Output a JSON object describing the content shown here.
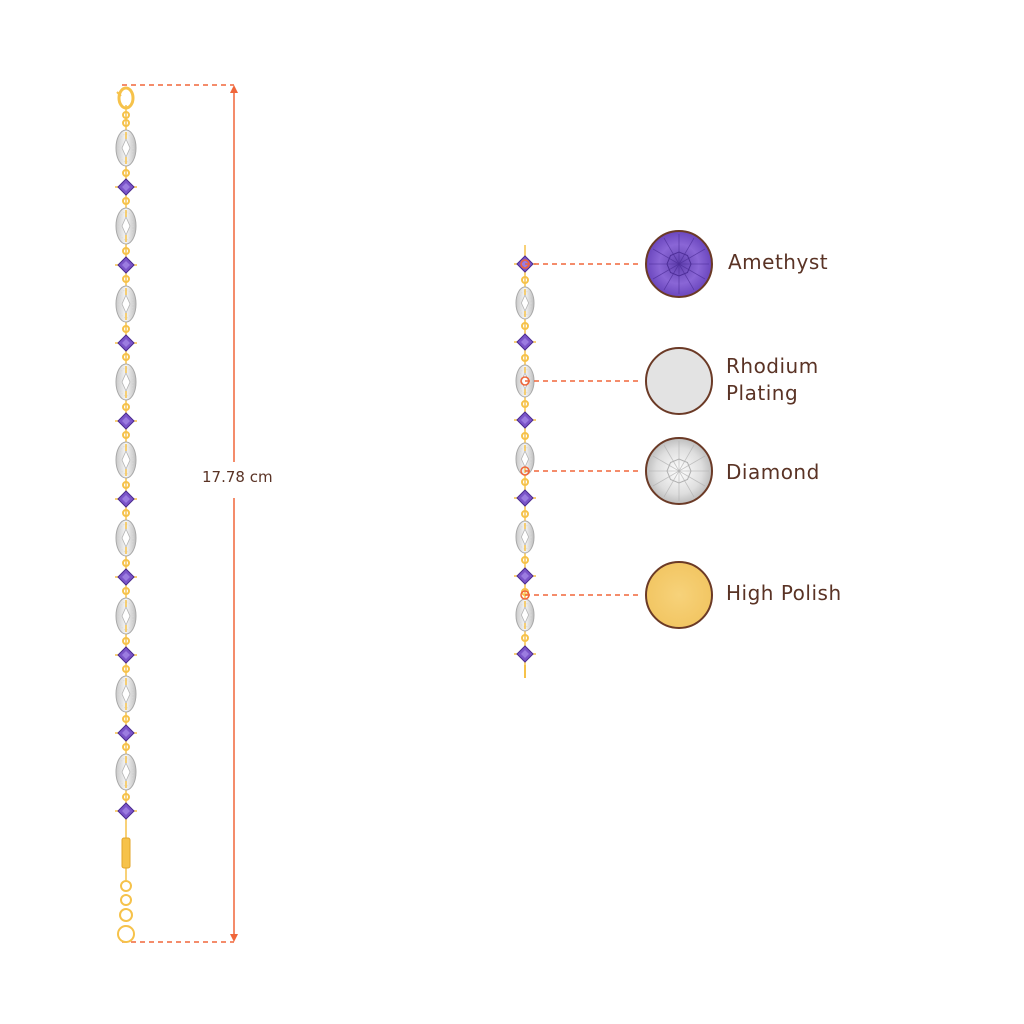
{
  "measurement": {
    "length_label": "17.78 cm"
  },
  "colors": {
    "dimension_line": "#f0663a",
    "gold": "#f6c24a",
    "gold_dark": "#e3a52a",
    "amethyst": "#7b55c9",
    "amethyst_dark": "#4b2b8f",
    "rhodium": "#e3e3e3",
    "diamond": "#e8e8e8",
    "high_polish": "#f5cd72",
    "swatch_border": "#6b3a26",
    "label_text": "#5a3325"
  },
  "bracelet": {
    "marquise_count": 9,
    "amethyst_count": 9
  },
  "legend": [
    {
      "id": "amethyst",
      "lines": [
        "Amethyst"
      ],
      "swatch": "amethyst-icon"
    },
    {
      "id": "rhodium",
      "lines": [
        "Rhodium",
        "Plating"
      ],
      "swatch": "rhodium-plating-icon"
    },
    {
      "id": "diamond",
      "lines": [
        "Diamond"
      ],
      "swatch": "diamond-icon"
    },
    {
      "id": "high-polish",
      "lines": [
        "High Polish"
      ],
      "swatch": "high-polish-icon"
    }
  ]
}
